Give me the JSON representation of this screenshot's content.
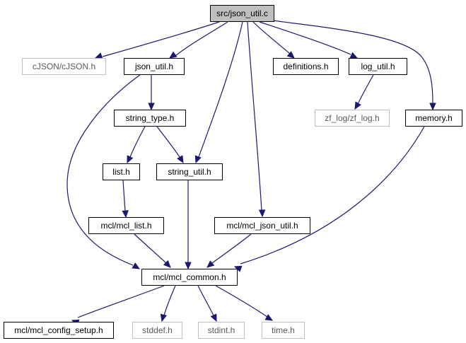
{
  "diagram": {
    "root": "src/json_util.c",
    "nodes": [
      {
        "id": "n_root",
        "label": "src/json_util.c",
        "kind": "root"
      },
      {
        "id": "n_cjson",
        "label": "cJSON/cJSON.h",
        "kind": "external"
      },
      {
        "id": "n_jsonutil",
        "label": "json_util.h",
        "kind": "internal"
      },
      {
        "id": "n_defs",
        "label": "definitions.h",
        "kind": "internal"
      },
      {
        "id": "n_logutil",
        "label": "log_util.h",
        "kind": "internal"
      },
      {
        "id": "n_zflog",
        "label": "zf_log/zf_log.h",
        "kind": "external"
      },
      {
        "id": "n_memory",
        "label": "memory.h",
        "kind": "internal"
      },
      {
        "id": "n_stringtype",
        "label": "string_type.h",
        "kind": "internal"
      },
      {
        "id": "n_list",
        "label": "list.h",
        "kind": "internal"
      },
      {
        "id": "n_stringutil",
        "label": "string_util.h",
        "kind": "internal"
      },
      {
        "id": "n_mcllist",
        "label": "mcl/mcl_list.h",
        "kind": "internal"
      },
      {
        "id": "n_mcljsonutil",
        "label": "mcl/mcl_json_util.h",
        "kind": "internal"
      },
      {
        "id": "n_mclcommon",
        "label": "mcl/mcl_common.h",
        "kind": "internal"
      },
      {
        "id": "n_mclconfig",
        "label": "mcl/mcl_config_setup.h",
        "kind": "internal"
      },
      {
        "id": "n_stddef",
        "label": "stddef.h",
        "kind": "external"
      },
      {
        "id": "n_stdint",
        "label": "stdint.h",
        "kind": "external"
      },
      {
        "id": "n_time",
        "label": "time.h",
        "kind": "external"
      }
    ],
    "edges": [
      {
        "from": "n_root",
        "to": "n_cjson"
      },
      {
        "from": "n_root",
        "to": "n_jsonutil"
      },
      {
        "from": "n_root",
        "to": "n_stringutil"
      },
      {
        "from": "n_root",
        "to": "n_defs"
      },
      {
        "from": "n_root",
        "to": "n_logutil"
      },
      {
        "from": "n_root",
        "to": "n_memory"
      },
      {
        "from": "n_root",
        "to": "n_mcljsonutil"
      },
      {
        "from": "n_jsonutil",
        "to": "n_stringtype"
      },
      {
        "from": "n_jsonutil",
        "to": "n_mclcommon"
      },
      {
        "from": "n_logutil",
        "to": "n_zflog"
      },
      {
        "from": "n_memory",
        "to": "n_mclcommon"
      },
      {
        "from": "n_stringtype",
        "to": "n_list"
      },
      {
        "from": "n_stringtype",
        "to": "n_stringutil"
      },
      {
        "from": "n_list",
        "to": "n_mcllist"
      },
      {
        "from": "n_stringutil",
        "to": "n_mclcommon"
      },
      {
        "from": "n_mcllist",
        "to": "n_mclcommon"
      },
      {
        "from": "n_mcljsonutil",
        "to": "n_mclcommon"
      },
      {
        "from": "n_mclcommon",
        "to": "n_mclconfig"
      },
      {
        "from": "n_mclcommon",
        "to": "n_stddef"
      },
      {
        "from": "n_mclcommon",
        "to": "n_stdint"
      },
      {
        "from": "n_mclcommon",
        "to": "n_time"
      }
    ],
    "colors": {
      "edge": "#191970",
      "root_fill": "#bfbfbf",
      "external_border": "#bfbfbf",
      "internal_border": "#000000"
    }
  }
}
